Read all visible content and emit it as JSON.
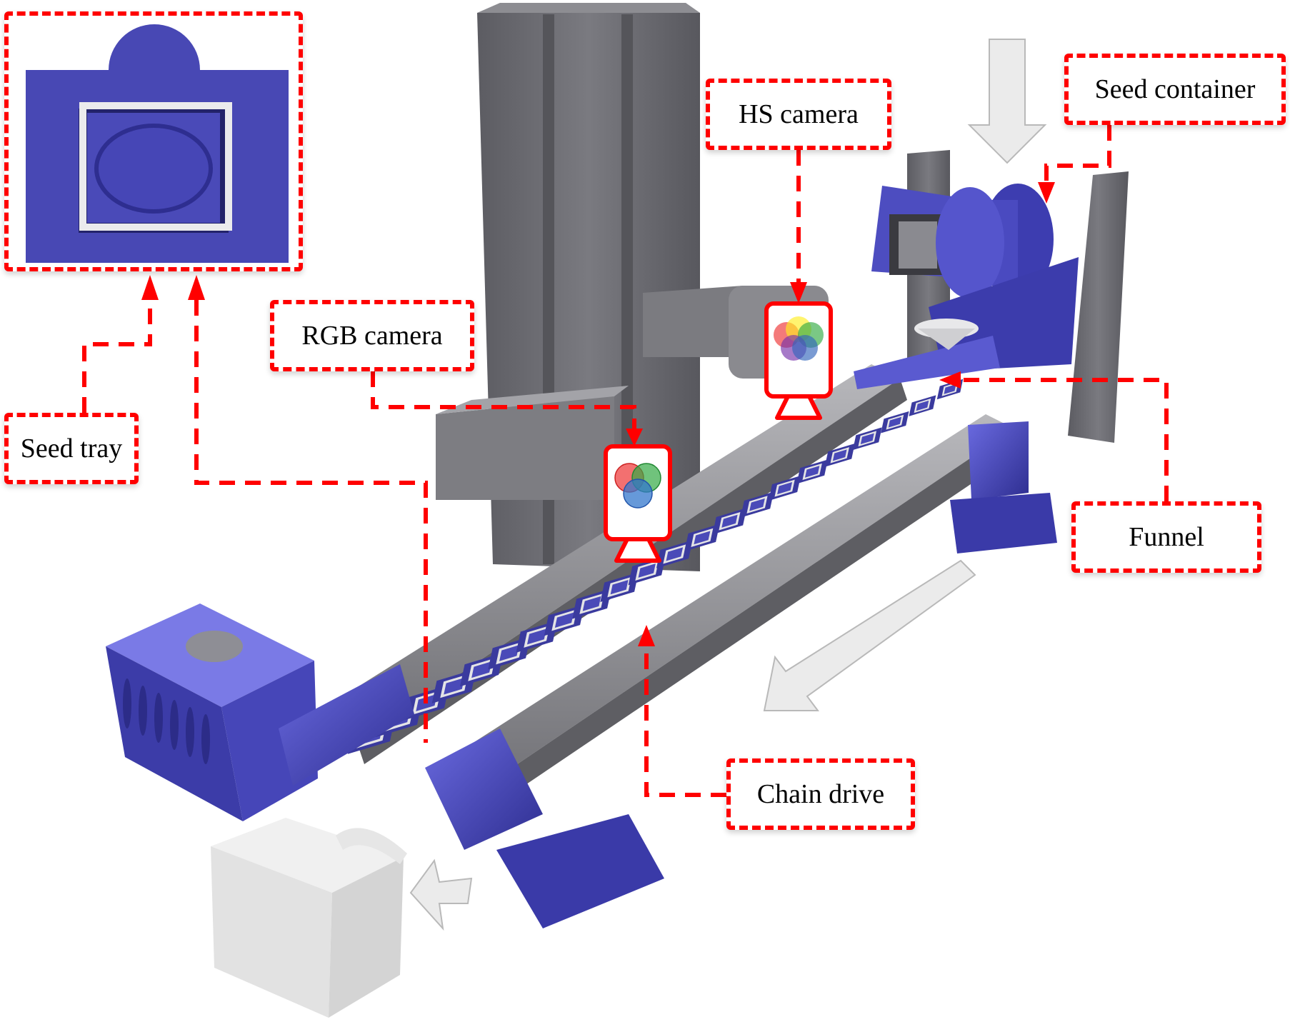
{
  "figure": {
    "labels": {
      "seed_tray": "Seed tray",
      "rgb_camera": "RGB camera",
      "hs_camera": "HS camera",
      "seed_container": "Seed container",
      "funnel": "Funnel",
      "chain_drive": "Chain drive"
    },
    "icons": {
      "rgb_camera": "rgb-camera-icon",
      "hs_camera": "hyperspectral-camera-icon"
    },
    "colors": {
      "callout": "#ff0000",
      "part_blue": "#4a4ab8",
      "profile_gray": "#6b6b70",
      "flow_arrow": "#ebebeb",
      "rgb_circles": [
        "#ee3333",
        "#33aa44",
        "#3377cc"
      ],
      "hs_circles": [
        "#ee3333",
        "#ffee22",
        "#33aa44",
        "#7733aa",
        "#3366bb"
      ]
    },
    "tray_count": 22
  }
}
